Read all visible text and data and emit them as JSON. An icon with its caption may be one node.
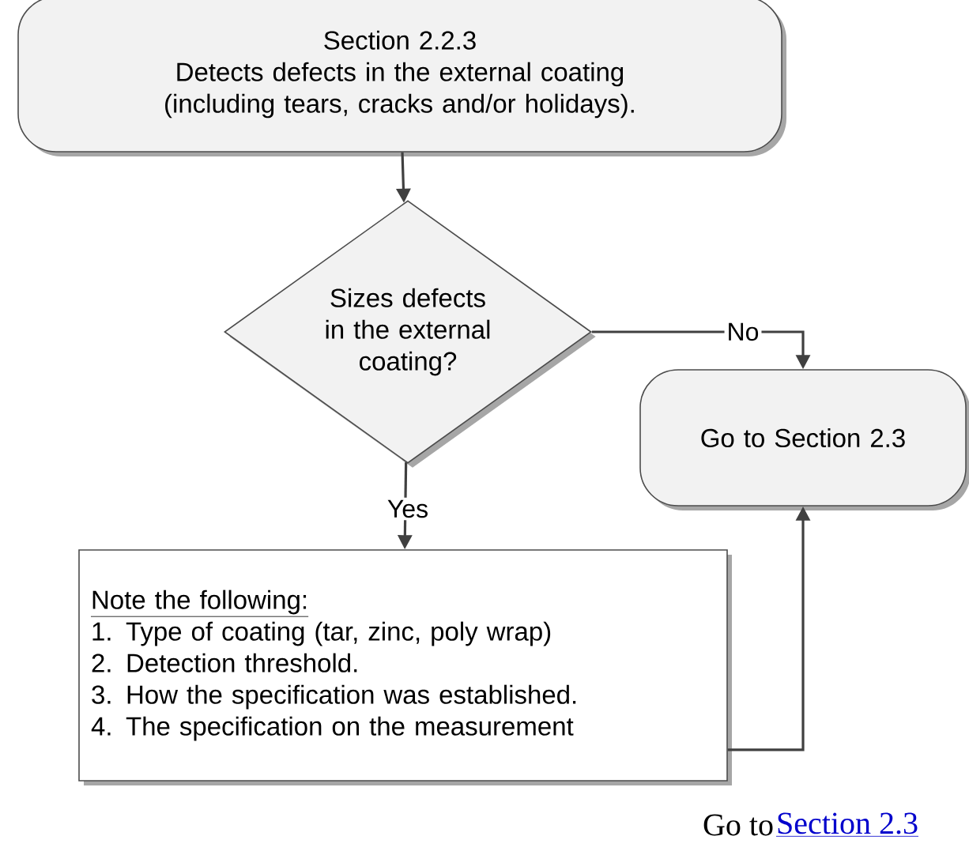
{
  "diagram": {
    "nodes": [
      {
        "text": [
          "Section 2.2.3",
          "Detects defects in the external coating (including tears, cracks and/or holidays)."
        ]
      },
      {
        "text": [
          "Sizes defects in the external coating?"
        ]
      },
      {
        "text": [
          "Go to Section 2.3"
        ]
      },
      {
        "text": [
          "Note the following:",
          "1. Type of coating (tar, zinc, poly wrap)",
          "2. Detection threshold.",
          "3. How the specification was established.",
          "4. The specification on the measurement"
        ]
      }
    ],
    "edges": [
      {
        "from": 0,
        "to": 1,
        "arrow": "to"
      },
      {
        "from": 1,
        "to": 2,
        "arrow": "to",
        "label": "No"
      },
      {
        "from": 1,
        "to": 3,
        "arrow": "to",
        "label": "Yes"
      },
      {
        "from": 3,
        "to": 2,
        "arrow": "to"
      }
    ],
    "labels": [
      "Go to",
      "Section 2.3"
    ]
  }
}
